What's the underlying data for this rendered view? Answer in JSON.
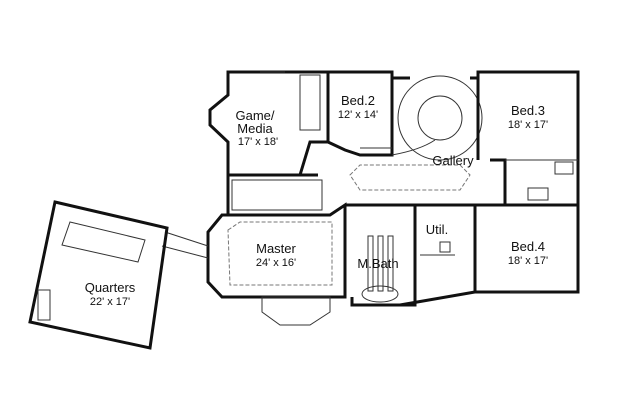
{
  "rooms": [
    {
      "name": "Game/\nMedia",
      "line1": "Game/",
      "line2": "Media",
      "size": "17' x 18'"
    },
    {
      "name": "Bed.2",
      "size": "12' x 14'"
    },
    {
      "name": "Bed.3",
      "size": "18' x 17'"
    },
    {
      "name": "Gallery"
    },
    {
      "name": "Master",
      "size": "24' x 16'"
    },
    {
      "name": "M.Bath"
    },
    {
      "name": "Util."
    },
    {
      "name": "Bed.4",
      "size": "18' x 17'"
    },
    {
      "name": "Quarters",
      "size": "22' x 17'"
    }
  ]
}
